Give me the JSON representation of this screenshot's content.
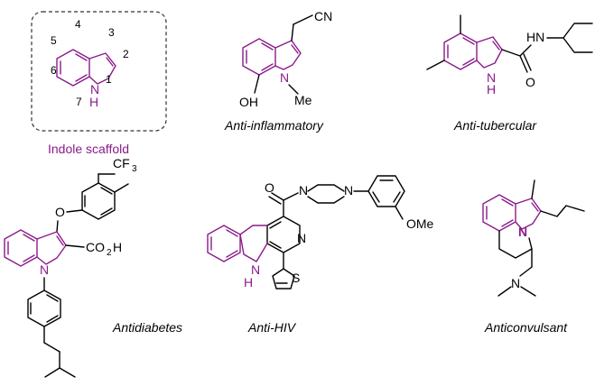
{
  "colors": {
    "accent": "#8B1A8B",
    "text": "#000000",
    "frame": "#333333"
  },
  "scaffold": {
    "caption": "Indole scaffold",
    "numbers": [
      "1",
      "2",
      "3",
      "4",
      "5",
      "6",
      "7"
    ],
    "nh": "N",
    "h": "H"
  },
  "compounds": [
    {
      "id": "anti-inflammatory",
      "caption": "Anti-inflammatory",
      "labels": {
        "cn": "CN",
        "n": "N",
        "me": "Me",
        "oh": "OH"
      }
    },
    {
      "id": "anti-tubercular",
      "caption": "Anti-tubercular",
      "labels": {
        "hn": "HN",
        "n": "N",
        "h": "H",
        "o": "O"
      }
    },
    {
      "id": "antidiabetes",
      "caption": "Antidiabetes",
      "labels": {
        "cf": "CF",
        "cf_sub": "3",
        "o": "O",
        "co": "CO",
        "co_sub": "2",
        "co_h": "H",
        "n": "N"
      }
    },
    {
      "id": "anti-hiv",
      "caption": "Anti-HIV",
      "labels": {
        "o": "O",
        "n1": "N",
        "n2": "N",
        "ome": "OMe",
        "n3": "N",
        "nh_n": "N",
        "nh_h": "H",
        "s": "S"
      }
    },
    {
      "id": "anticonvulsant",
      "caption": "Anticonvulsant",
      "labels": {
        "n": "N",
        "nme": "N"
      }
    }
  ]
}
